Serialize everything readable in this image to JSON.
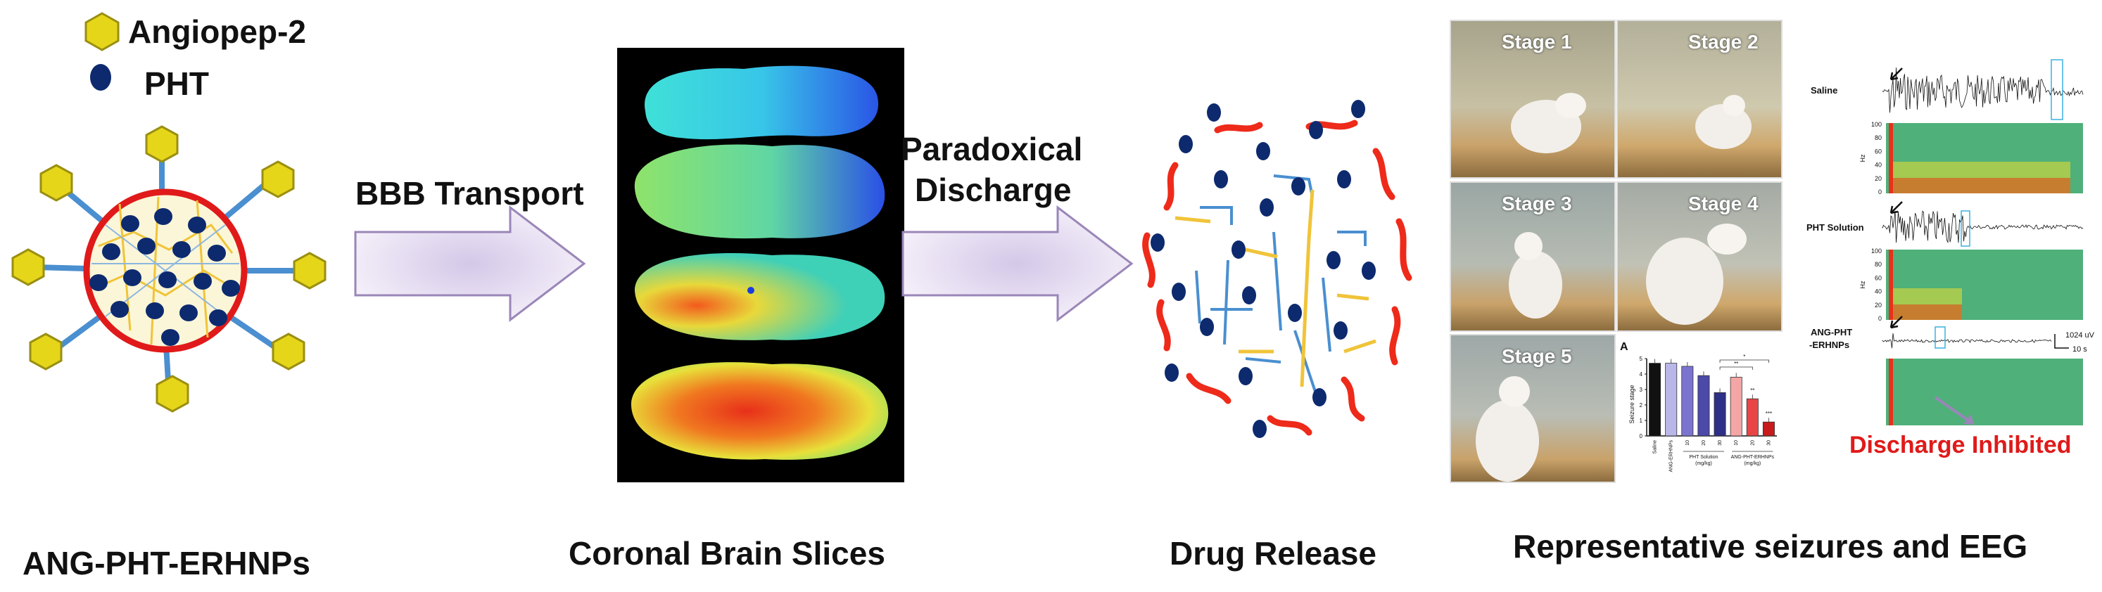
{
  "legend": {
    "ligand": "Angiopep-2",
    "drug": "PHT"
  },
  "arrows": {
    "first": "BBB Transport",
    "second_line1": "Paradoxical",
    "second_line2": "Discharge"
  },
  "captions": {
    "nanoparticle": "ANG-PHT-ERHNPs",
    "brain": "Coronal Brain Slices",
    "release": "Drug Release",
    "eeg": "Representative seizures and EEG"
  },
  "stages": [
    "Stage 1",
    "Stage 2",
    "Stage 3",
    "Stage 4",
    "Stage 5"
  ],
  "eeg": {
    "traces": [
      "Saline",
      "PHT Solution",
      "ANG-PHT\n-ERHNPs"
    ],
    "spectro_ticks": [
      "100",
      "80",
      "60",
      "40",
      "20",
      "0"
    ],
    "hz_label": "Hz",
    "scale_v": "1024 uV",
    "scale_t": "10 s",
    "inhibited": "Discharge Inhibited"
  },
  "chart_data": {
    "type": "bar",
    "panel_label": "A",
    "ylabel": "Seizure stage",
    "ylim": [
      0,
      5
    ],
    "yticks": [
      "0",
      "1",
      "2",
      "3",
      "4",
      "5"
    ],
    "categories": [
      "Saline",
      "ANG-ERHNPs",
      "10",
      "20",
      "30",
      "10",
      "20",
      "30"
    ],
    "group_labels": [
      "PHT Solution\n(mg/kg)",
      "ANG-PHT-ERHNPs\n(mg/kg)"
    ],
    "values": [
      4.7,
      4.7,
      4.5,
      3.9,
      2.8,
      3.8,
      2.4,
      0.9
    ],
    "significance": [
      "*",
      "**",
      "**",
      "***"
    ],
    "colors": [
      "#111111",
      "#b9b6e8",
      "#7b74cf",
      "#4b4aa8",
      "#2e2f86",
      "#f4a6a6",
      "#e84545",
      "#c81b1b"
    ]
  },
  "colors": {
    "accent_red": "#e01a1a",
    "arrow_fill": "#e9e1f3",
    "arrow_edge": "#9a86b8",
    "drug_blue": "#0d2a6e",
    "ligand_yellow": "#e6d61a"
  }
}
